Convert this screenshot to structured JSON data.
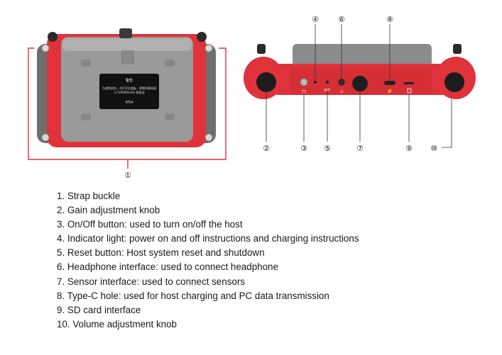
{
  "callouts": {
    "strap": "①",
    "gain_knob": "②",
    "power_button": "③",
    "indicator": "④",
    "reset": "⑤",
    "headphone": "⑥",
    "sensor": "⑦",
    "type_c": "⑧",
    "sd_card": "⑨",
    "volume_knob": "⑩"
  },
  "label_plate": {
    "warning_title": "警告",
    "line1": "为避免损伤，勿打开后盖板，更换所需电源",
    "line2": "3.7V/8000mAh 锂电池",
    "rating": "IP54"
  },
  "port_marks": {
    "reset": "R/T"
  },
  "legend": [
    "1. Strap buckle",
    "2. Gain adjustment knob",
    "3. On/Off button: used to turn on/off the host",
    "4. Indicator light: power on and off instructions and charging instructions",
    "5. Reset button: Host system reset and shutdown",
    "6. Headphone interface: used to connect headphone",
    "7. Sensor interface: used to connect sensors",
    "8. Type-C hole: used for host charging and PC data transmission",
    "9. SD card interface",
    "10. Volume adjustment knob"
  ],
  "colors": {
    "body_red": "#e0323a",
    "dark_red": "#b5252b",
    "grey_panel": "#8c8c8c",
    "label_black": "#111111"
  }
}
